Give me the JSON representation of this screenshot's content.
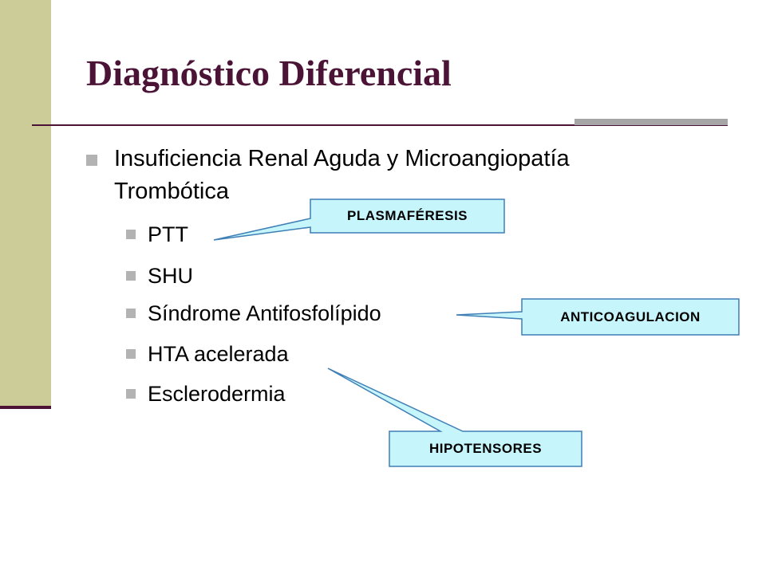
{
  "slide": {
    "title": "Diagnóstico Diferencial",
    "bullet_main_line1": "Insuficiencia Renal Aguda y Microangiopatía",
    "bullet_main_line2": "Trombótica",
    "sub_items": [
      "PTT",
      "SHU",
      "Síndrome Antifosfolípido",
      "HTA acelerada",
      "Esclerodermia"
    ]
  },
  "callouts": {
    "plasmaferesis": "PLASMAFÉRESIS",
    "anticoagulacion": "ANTICOAGULACION",
    "hipotensores": "HIPOTENSORES"
  },
  "colors": {
    "accent_bar": "#cccc99",
    "title": "#4b1436",
    "callout_fill": "#c6f5fb",
    "callout_stroke": "#3f7fb5",
    "bullet": "#b3b3b3"
  }
}
